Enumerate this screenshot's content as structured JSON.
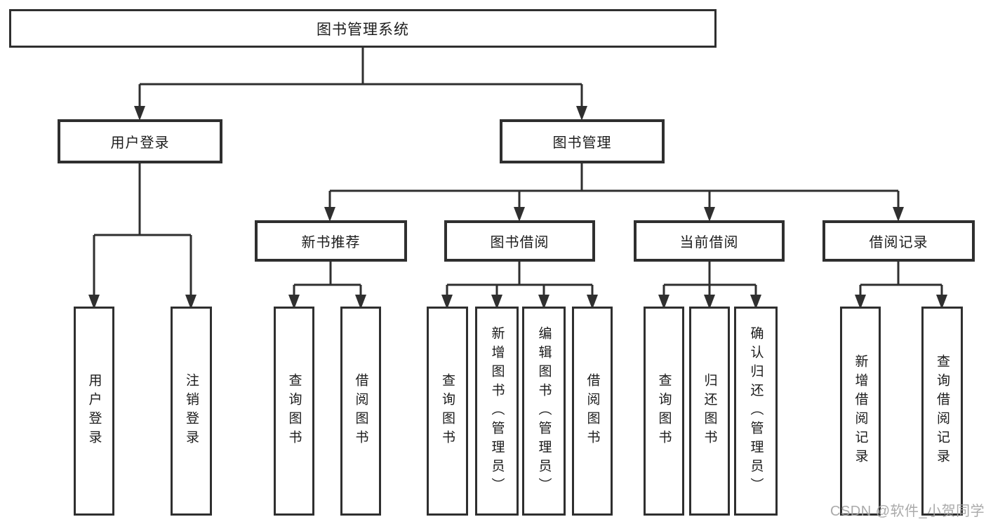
{
  "root": {
    "label": "图书管理系统"
  },
  "level2": [
    {
      "label": "用户登录"
    },
    {
      "label": "图书管理"
    }
  ],
  "level3": [
    {
      "label": "新书推荐",
      "parent": "图书管理"
    },
    {
      "label": "图书借阅",
      "parent": "图书管理"
    },
    {
      "label": "当前借阅",
      "parent": "图书管理"
    },
    {
      "label": "借阅记录",
      "parent": "图书管理"
    }
  ],
  "leaves": [
    {
      "label": "用户登录",
      "parent": "用户登录"
    },
    {
      "label": "注销登录",
      "parent": "用户登录"
    },
    {
      "label": "查询图书",
      "parent": "新书推荐"
    },
    {
      "label": "借阅图书",
      "parent": "新书推荐"
    },
    {
      "label": "查询图书",
      "parent": "图书借阅"
    },
    {
      "label": "新增图书（管理员）",
      "parent": "图书借阅"
    },
    {
      "label": "编辑图书（管理员）",
      "parent": "图书借阅"
    },
    {
      "label": "借阅图书",
      "parent": "图书借阅"
    },
    {
      "label": "查询图书",
      "parent": "当前借阅"
    },
    {
      "label": "归还图书",
      "parent": "当前借阅"
    },
    {
      "label": "确认归还（管理员）",
      "parent": "当前借阅"
    },
    {
      "label": "新增借阅记录",
      "parent": "借阅记录"
    },
    {
      "label": "查询借阅记录",
      "parent": "借阅记录"
    }
  ],
  "watermark": {
    "text": "CSDN @软件_小贺同学"
  },
  "colors": {
    "line": "#2f2f2f",
    "text": "#1c1c1c",
    "watermark": "#a3a3a3",
    "background": "#ffffff"
  }
}
